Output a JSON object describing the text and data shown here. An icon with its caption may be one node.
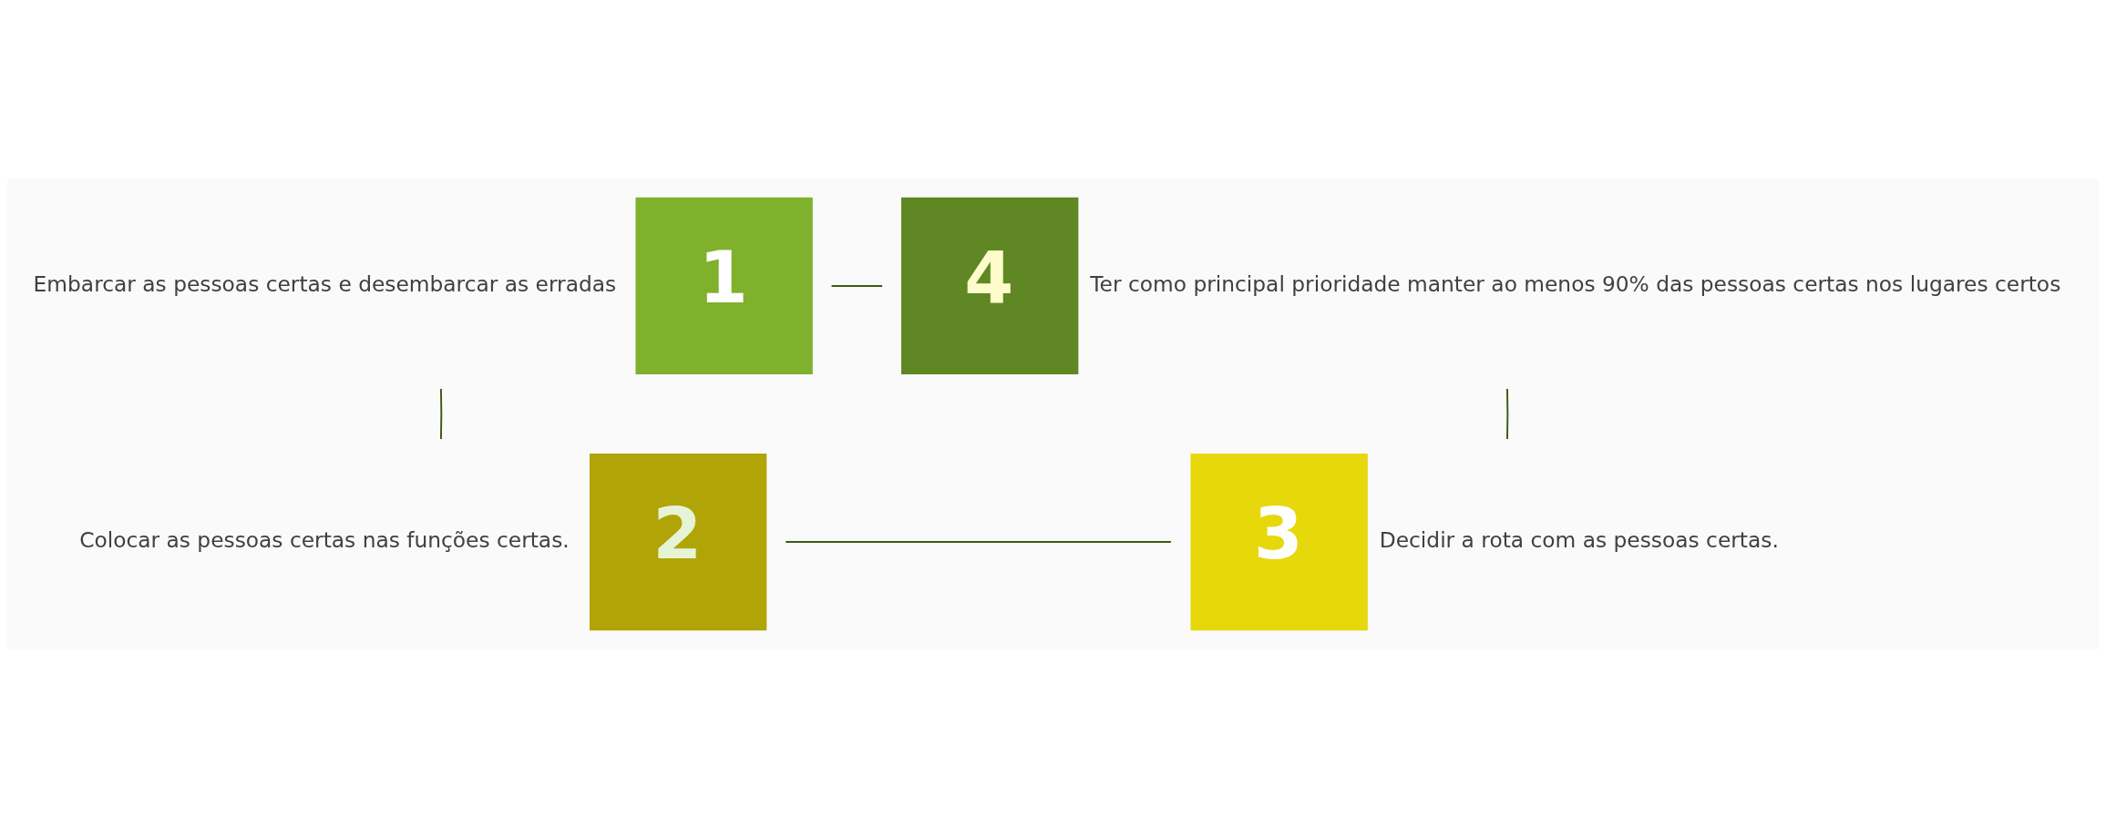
{
  "diagram": {
    "nodes": [
      {
        "text": [
          "1"
        ],
        "beside": [
          "Embarcar as pessoas certas e desembarcar as erradas"
        ]
      },
      {
        "text": [
          "2"
        ],
        "beside": [
          "Colocar as pessoas certas nas funções certas."
        ]
      },
      {
        "text": [
          "3"
        ],
        "beside": [
          "Decidir a rota com as pessoas certas."
        ]
      },
      {
        "text": [
          "4"
        ],
        "beside": [
          "Ter como principal prioridade manter ao menos 90% das pessoas certas nos lugares certos"
        ]
      }
    ],
    "edges": [
      {
        "from": 0,
        "to": 3,
        "arrow": "none"
      },
      {
        "from": 3,
        "to": 2,
        "arrow": "none"
      },
      {
        "from": 2,
        "to": 1,
        "arrow": "none"
      },
      {
        "from": 1,
        "to": 0,
        "arrow": "none"
      }
    ]
  }
}
